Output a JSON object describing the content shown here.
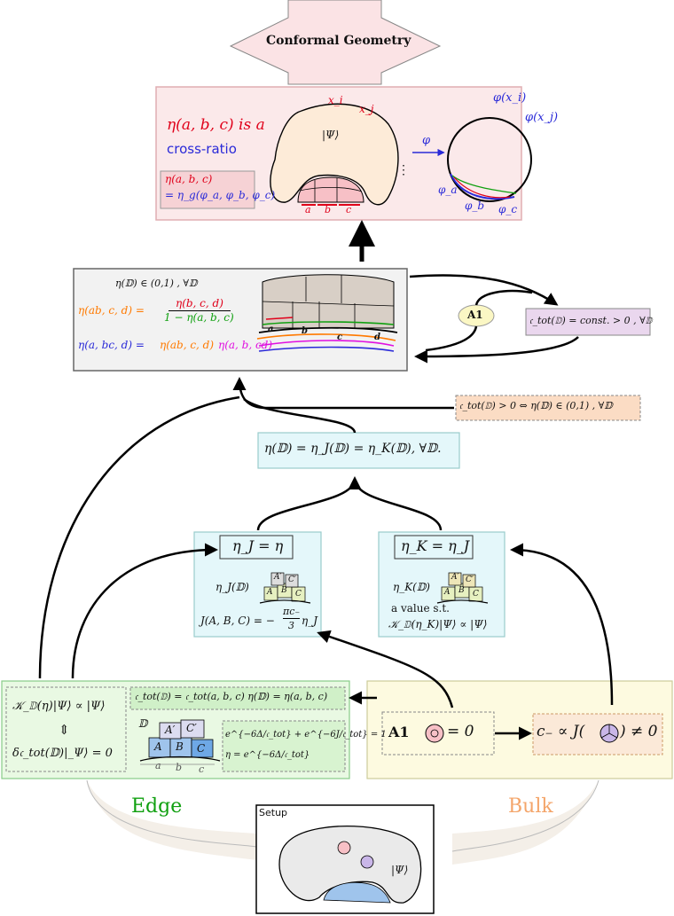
{
  "top": {
    "title": "Conformal Geometry"
  },
  "cross_ratio_panel": {
    "line1": "η(a, b, c) is a",
    "line2": "cross-ratio",
    "formula_top": "η(a, b, c)",
    "formula_bottom": "= η_g(φ_a, φ_b, φ_c)",
    "xi": "x_i",
    "xj": "x_j",
    "psi": "|Ψ⟩",
    "a": "a",
    "b": "b",
    "c": "c",
    "phi": "φ",
    "phi_xi": "φ(x_i)",
    "phi_xj": "φ(x_j)",
    "phi_a": "φ_a",
    "phi_b": "φ_b",
    "phi_c": "φ_c",
    "dots": "⋮"
  },
  "eta_panel": {
    "line1": "η(𝔻) ∈ (0,1) , ∀𝔻",
    "line2_lhs": "η(ab, c, d) =",
    "line2_num": "η(b, c, d)",
    "line2_den": "1 − η(a, b, c)",
    "line3_lhs": "η(a, bc, d) =",
    "line3_t1": "η(ab, c, d)",
    "line3_t2": "η(a, b, cd)",
    "a": "a",
    "b": "b",
    "c": "c",
    "d": "d"
  },
  "a1_badge": "A1",
  "ctot_const": "𝔠_tot(𝔻) = const. > 0 , ∀𝔻",
  "ctot_equiv": "𝔠_tot(𝔻) > 0 ⇔ η(𝔻) ∈ (0,1) , ∀𝔻",
  "eta_eq": "η(𝔻) = η_J(𝔻) = η_K(𝔻), ∀𝔻.",
  "etaJ_panel": {
    "title": "η_J = η",
    "label": "η_J(𝔻)",
    "formula": "J(A, B, C) = −",
    "frac_num": "πc₋",
    "frac_den": "3",
    "frac_tail": "η_J",
    "A": "A",
    "B": "B",
    "C": "C",
    "Ap": "A′",
    "Cp": "C′"
  },
  "etaK_panel": {
    "title": "η_K = η_J",
    "label": "η_K(𝔻)",
    "line1": "a value s.t.",
    "line2": "𝒦_𝔻(η_K)|Ψ⟩ ∝ |Ψ⟩",
    "A": "A",
    "B": "B",
    "C": "C",
    "Ap": "A′",
    "Cp": "C′"
  },
  "edge_panel": {
    "k_eq": "𝒦_𝔻(η)|Ψ⟩ ∝ |Ψ⟩",
    "updown": "⇕",
    "delta": "δ𝔠_tot(𝔻)|_Ψ⟩ = 0",
    "ctot_eta": "𝔠_tot(𝔻) = 𝔠_tot(a, b, c)   η(𝔻) = η(a, b, c)",
    "D": "𝔻",
    "exp_eq": "e^{−6Δ/𝔠_tot} + e^{−6J/𝔠_tot} = 1",
    "eta_exp": "η = e^{−6Δ/𝔠_tot}",
    "A": "A",
    "B": "B",
    "C": "C",
    "Ap": "A′",
    "Cp": "C′",
    "a": "a",
    "b": "b",
    "c": "c",
    "label": "Edge"
  },
  "bulk_panel": {
    "a1": "A1",
    "eq0": "= 0",
    "c_minus": "c₋ ∝ J(",
    "neq0": ") ≠ 0",
    "label": "Bulk"
  },
  "setup": {
    "title": "Setup",
    "psi": "|Ψ⟩"
  },
  "colors": {
    "pink_panel": "#fbe9ea",
    "grey_panel": "#f2f2f2",
    "cyan_panel": "#e4f7fa",
    "green_panel": "#e9f9e3",
    "yellow_panel": "#fdfae0",
    "purple_badge": "#ead7ee",
    "orange_badge": "#fbdcc4",
    "red": "#e0001a",
    "blue": "#2a2ad8",
    "green": "#10a010",
    "orange": "#ff7a00",
    "magenta": "#e010e0"
  }
}
